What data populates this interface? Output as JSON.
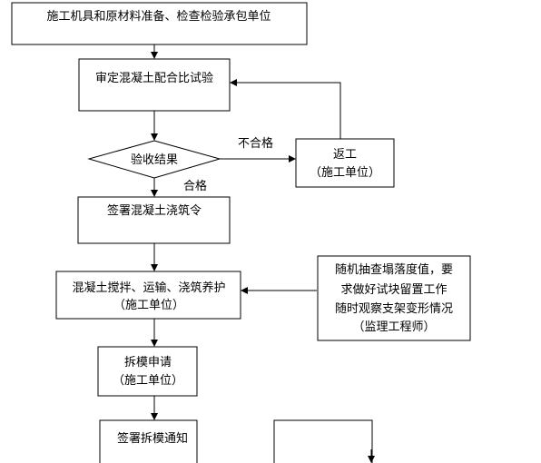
{
  "nodes": {
    "prepare": "施工机具和原材料准备、检查检验承包单位",
    "mix_test": "审定混凝土配合比试验",
    "check_result": "验收结果",
    "rework_line1": "返工",
    "rework_line2": "（施工单位）",
    "sign_pour": "签署混凝土浇筑令",
    "pour_line1": "混凝土搅拌、运输、浇筑养护",
    "pour_line2": "（施工单位）",
    "supervise_line1": "随机抽查塌落度值，要",
    "supervise_line2": "求做好试块留置工作",
    "supervise_line3": "随时观察支架变形情况",
    "supervise_line4": "（监理工程师）",
    "remove_line1": "拆模申请",
    "remove_line2": "（施工单位）",
    "sign_remove": "签署拆模通知"
  },
  "edge_labels": {
    "fail": "不合格",
    "pass": "合格"
  }
}
